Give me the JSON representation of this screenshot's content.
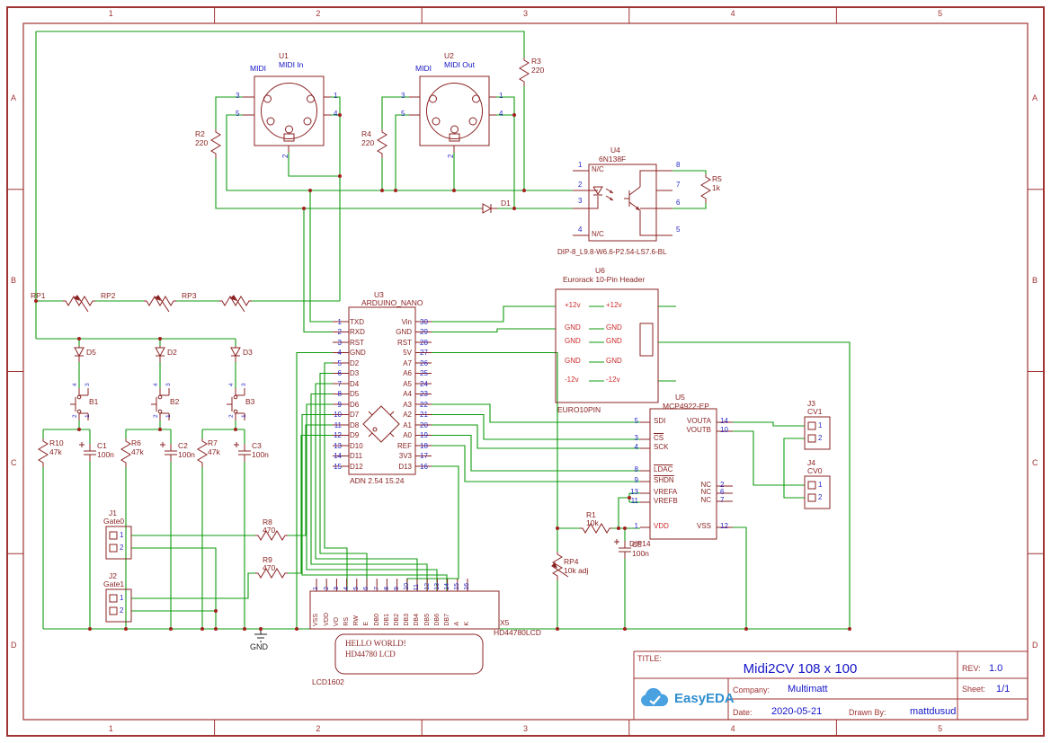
{
  "frame": {
    "cols": [
      "1",
      "2",
      "3",
      "4",
      "5"
    ],
    "rows": [
      "A",
      "B",
      "C",
      "D"
    ]
  },
  "parts": {
    "u1": {
      "ref": "U1",
      "sym": "MIDI",
      "name": "MIDI In",
      "p1": "1",
      "p2": "2",
      "p3": "3",
      "p4": "4",
      "p5": "5"
    },
    "u2": {
      "ref": "U2",
      "sym": "MIDI",
      "name": "MIDI Out",
      "p1": "1",
      "p2": "2",
      "p3": "3",
      "p4": "4",
      "p5": "5"
    },
    "r1": {
      "ref": "R1",
      "val": "10k"
    },
    "r2": {
      "ref": "R2",
      "val": "220"
    },
    "r3": {
      "ref": "R3",
      "val": "220"
    },
    "r4": {
      "ref": "R4",
      "val": "220"
    },
    "r5": {
      "ref": "R5",
      "val": "1k"
    },
    "r6": {
      "ref": "R6",
      "val": "47k"
    },
    "r7": {
      "ref": "R7",
      "val": "47k"
    },
    "r8": {
      "ref": "R8",
      "val": "470"
    },
    "r9": {
      "ref": "R9",
      "val": "470"
    },
    "r10": {
      "ref": "R10",
      "val": "47k"
    },
    "rp1": {
      "ref": "RP1"
    },
    "rp2": {
      "ref": "RP2"
    },
    "rp3": {
      "ref": "RP3"
    },
    "rp4": {
      "ref": "RP4",
      "val": "10k adj"
    },
    "d1": {
      "ref": "D1"
    },
    "d2": {
      "ref": "D2"
    },
    "d3": {
      "ref": "D3"
    },
    "d5": {
      "ref": "D5"
    },
    "b1": {
      "ref": "B1"
    },
    "b2": {
      "ref": "B2"
    },
    "b3": {
      "ref": "B3"
    },
    "btn_pins": [
      "4",
      "3",
      "2",
      "1"
    ],
    "c1": {
      "ref": "C1",
      "val": "100n"
    },
    "c2": {
      "ref": "C2",
      "val": "100n"
    },
    "c3": {
      "ref": "C3",
      "val": "100n"
    },
    "c5": {
      "ref": "C5",
      "val": "100n"
    },
    "u4": {
      "ref": "U4",
      "part": "6N138F",
      "pkg": "DIP-8_L9.8-W6.6-P2.54-LS7.6-BL",
      "ln": [
        "1",
        "2",
        "3",
        "4"
      ],
      "rn": [
        "8",
        "7",
        "6",
        "5"
      ],
      "nc": "N/C"
    },
    "u6": {
      "ref": "U6",
      "part": "Eurorack 10-Pin Header",
      "pkg": "EURO10PIN",
      "rows": [
        {
          "l": "+12v",
          "r": "+12v"
        },
        {
          "l": "GND",
          "r": "GND"
        },
        {
          "l": "GND",
          "r": "GND"
        },
        {
          "l": "GND",
          "r": "GND"
        },
        {
          "l": "-12v",
          "r": "-12v"
        }
      ]
    },
    "u3": {
      "ref": "U3",
      "part": "ARDUINO_NANO",
      "pkg": "ADN 2.54 15.24",
      "left": [
        {
          "n": "1",
          "name": "TXD"
        },
        {
          "n": "2",
          "name": "RXD"
        },
        {
          "n": "3",
          "name": "RST"
        },
        {
          "n": "4",
          "name": "GND"
        },
        {
          "n": "5",
          "name": "D2"
        },
        {
          "n": "6",
          "name": "D3"
        },
        {
          "n": "7",
          "name": "D4"
        },
        {
          "n": "8",
          "name": "D5"
        },
        {
          "n": "9",
          "name": "D6"
        },
        {
          "n": "10",
          "name": "D7"
        },
        {
          "n": "11",
          "name": "D8"
        },
        {
          "n": "12",
          "name": "D9"
        },
        {
          "n": "13",
          "name": "D10"
        },
        {
          "n": "14",
          "name": "D11"
        },
        {
          "n": "15",
          "name": "D12"
        }
      ],
      "right": [
        {
          "n": "30",
          "name": "Vin"
        },
        {
          "n": "29",
          "name": "GND"
        },
        {
          "n": "28",
          "name": "RST"
        },
        {
          "n": "27",
          "name": "5V"
        },
        {
          "n": "26",
          "name": "A7"
        },
        {
          "n": "25",
          "name": "A6"
        },
        {
          "n": "24",
          "name": "A5"
        },
        {
          "n": "23",
          "name": "A4"
        },
        {
          "n": "22",
          "name": "A3"
        },
        {
          "n": "21",
          "name": "A2"
        },
        {
          "n": "20",
          "name": "A1"
        },
        {
          "n": "19",
          "name": "A0"
        },
        {
          "n": "18",
          "name": "REF"
        },
        {
          "n": "17",
          "name": "3V3"
        },
        {
          "n": "16",
          "name": "D13"
        }
      ]
    },
    "u5": {
      "ref": "U5",
      "part": "MCP4922-EP",
      "pkg": "DIP14",
      "sdi": {
        "n": "5",
        "name": "SDI"
      },
      "cs": {
        "n": "3",
        "name": "CS"
      },
      "sck": {
        "n": "4",
        "name": "SCK"
      },
      "ldac": {
        "n": "8",
        "name": "LDAC"
      },
      "shdn": {
        "n": "9",
        "name": "SHDN"
      },
      "vrefa": {
        "n": "13",
        "name": "VREFA"
      },
      "vrefb": {
        "n": "11",
        "name": "VREFB"
      },
      "vdd": {
        "n": "1",
        "name": "VDD"
      },
      "vouta": {
        "n": "14",
        "name": "VOUTA"
      },
      "voutb": {
        "n": "10",
        "name": "VOUTB"
      },
      "nc2": {
        "n": "2",
        "name": "NC"
      },
      "nc6": {
        "n": "6",
        "name": "NC"
      },
      "nc7": {
        "n": "7",
        "name": "NC"
      },
      "vss": {
        "n": "12",
        "name": "VSS"
      }
    },
    "lcd": {
      "ref": "X5",
      "part": "HD44780LCD",
      "pkg": "LCD1602",
      "line1": "HELLO WORLD!",
      "line2": "HD44780 LCD",
      "pins": [
        {
          "n": "1",
          "name": "VSS"
        },
        {
          "n": "2",
          "name": "VDD"
        },
        {
          "n": "3",
          "name": "VO"
        },
        {
          "n": "4",
          "name": "RS"
        },
        {
          "n": "5",
          "name": "RW"
        },
        {
          "n": "6",
          "name": "E"
        },
        {
          "n": "7",
          "name": "DB0"
        },
        {
          "n": "8",
          "name": "DB1"
        },
        {
          "n": "9",
          "name": "DB2"
        },
        {
          "n": "10",
          "name": "DB3"
        },
        {
          "n": "11",
          "name": "DB4"
        },
        {
          "n": "12",
          "name": "DB5"
        },
        {
          "n": "13",
          "name": "DB6"
        },
        {
          "n": "14",
          "name": "DB7"
        },
        {
          "n": "15",
          "name": "A"
        },
        {
          "n": "16",
          "name": "K"
        }
      ]
    },
    "j1": {
      "ref": "J1",
      "name": "Gate0",
      "p1": "1",
      "p2": "2"
    },
    "j2": {
      "ref": "J2",
      "name": "Gate1",
      "p1": "1",
      "p2": "2"
    },
    "j3": {
      "ref": "J3",
      "name": "CV1",
      "p1": "1",
      "p2": "2"
    },
    "j4": {
      "ref": "J4",
      "name": "CV0",
      "p1": "1",
      "p2": "2"
    },
    "gnd": "GND"
  },
  "title": {
    "title_label": "TITLE:",
    "title": "Midi2CV 108 x 100",
    "rev_label": "REV:",
    "rev": "1.0",
    "company_label": "Company:",
    "company": "Multimatt",
    "sheet_label": "Sheet:",
    "sheet": "1/1",
    "date_label": "Date:",
    "date": "2020-05-21",
    "drawn_label": "Drawn By:",
    "drawn": "mattdusud",
    "logo": "EasyEDA"
  }
}
